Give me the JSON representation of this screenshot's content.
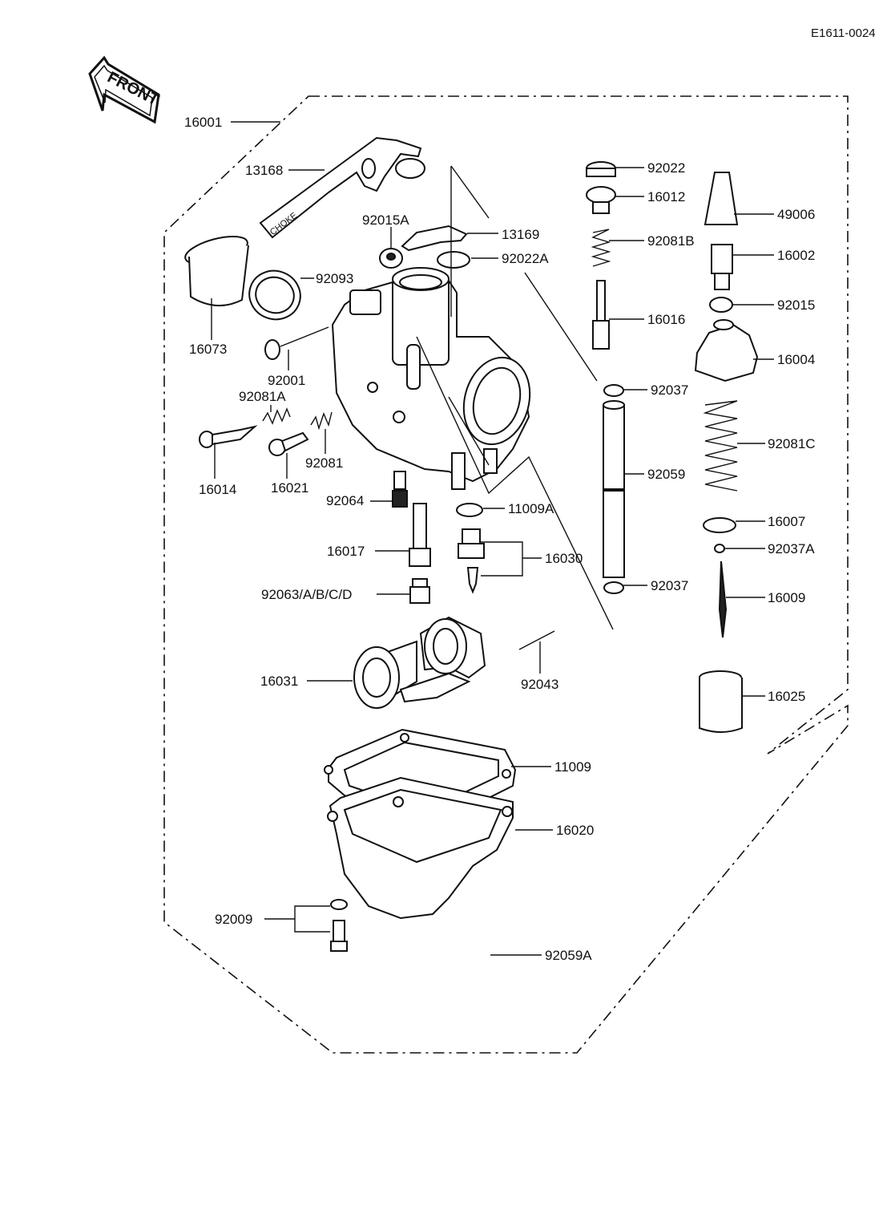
{
  "diagram_code": "E1611-0024",
  "front_label": "FRONT",
  "choke_text": "CHOKE",
  "parts": {
    "p16001": "16001",
    "p13168": "13168",
    "p92015A": "92015A",
    "p13169": "13169",
    "p92022A": "92022A",
    "p92093": "92093",
    "p16073": "16073",
    "p92001": "92001",
    "p92081A": "92081A",
    "p92081": "92081",
    "p16014": "16014",
    "p16021": "16021",
    "p92064": "92064",
    "p11009A": "11009A",
    "p16017": "16017",
    "p16030": "16030",
    "p92063": "92063/A/B/C/D",
    "p16031": "16031",
    "p92043": "92043",
    "p11009": "11009",
    "p16020": "16020",
    "p92009": "92009",
    "p92059A": "92059A",
    "p92022": "92022",
    "p16012": "16012",
    "p92081B": "92081B",
    "p16016": "16016",
    "p92037": "92037",
    "p92059": "92059",
    "p92037b": "92037",
    "p49006": "49006",
    "p16002": "16002",
    "p92015": "92015",
    "p16004": "16004",
    "p92081C": "92081C",
    "p16007": "16007",
    "p92037A": "92037A",
    "p16009": "16009",
    "p16025": "16025"
  }
}
